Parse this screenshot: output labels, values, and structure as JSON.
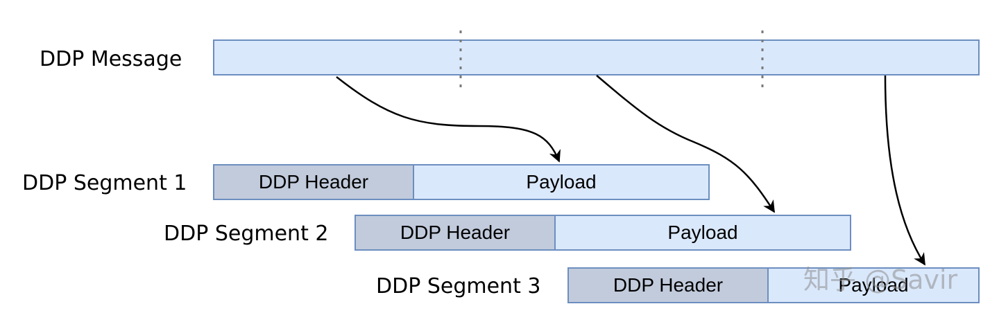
{
  "message": {
    "label": "DDP Message"
  },
  "segments": [
    {
      "label": "DDP Segment 1",
      "header": "DDP Header",
      "payload": "Payload"
    },
    {
      "label": "DDP Segment 2",
      "header": "DDP Header",
      "payload": "Payload"
    },
    {
      "label": "DDP Segment 3",
      "header": "DDP Header",
      "payload": "Payload"
    }
  ],
  "watermark": "知乎 @Savir",
  "colors": {
    "box_fill": "#dae8fc",
    "header_fill": "#c2cbdc",
    "border": "#6c8ebf",
    "divider": "#7a7a7a"
  }
}
